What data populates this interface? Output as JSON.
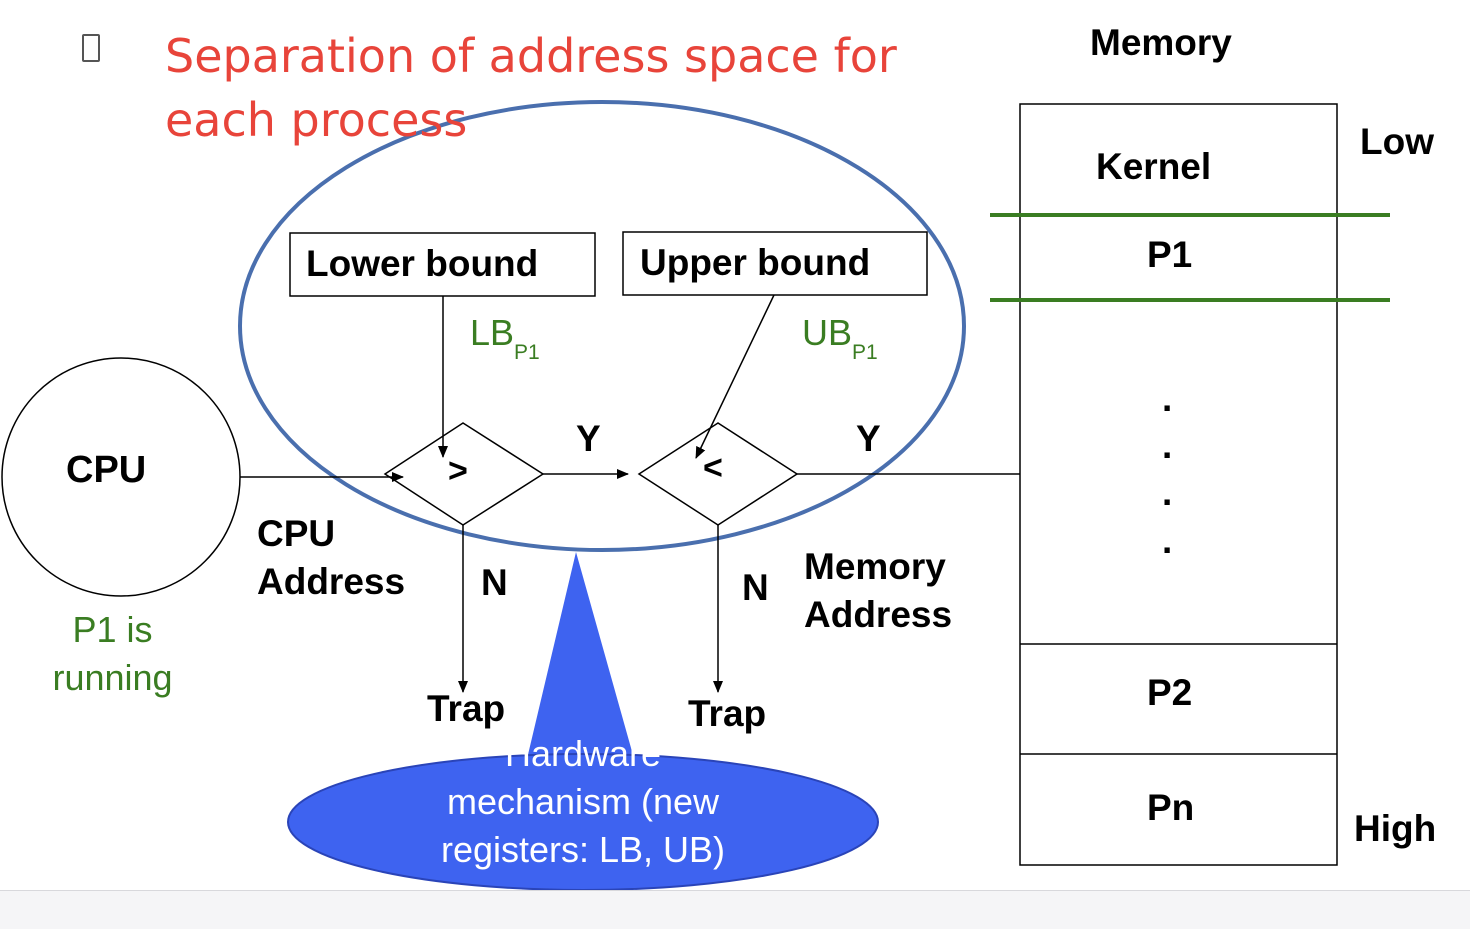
{
  "slide": {
    "bullet_icon": "square-bullet-icon",
    "title": "Separation of address space for each process"
  },
  "memory": {
    "heading": "Memory",
    "low": "Low",
    "high": "High",
    "segments": [
      "Kernel",
      "P1",
      ".",
      ".",
      ".",
      ".",
      "P2",
      "Pn"
    ]
  },
  "cpu": {
    "label": "CPU",
    "status": "P1 is running"
  },
  "registers": {
    "lower_bound": "Lower bound",
    "upper_bound": "Upper bound",
    "lb_main": "LB",
    "lb_sub": "P1",
    "ub_main": "UB",
    "ub_sub": "P1"
  },
  "comparators": {
    "gt": ">",
    "lt": "<",
    "yes1": "Y",
    "yes2": "Y",
    "no1": "N",
    "no2": "N"
  },
  "flow": {
    "cpu_address": "CPU Address",
    "memory_address": "Memory Address",
    "trap1": "Trap",
    "trap2": "Trap"
  },
  "callout": {
    "text": "Hardware mechanism (new registers: LB, UB)"
  },
  "colors": {
    "title": "#e8443a",
    "green": "#3a7d22",
    "ellipse_outline": "#4a6fae",
    "callout_fill": "#3e63f0"
  }
}
